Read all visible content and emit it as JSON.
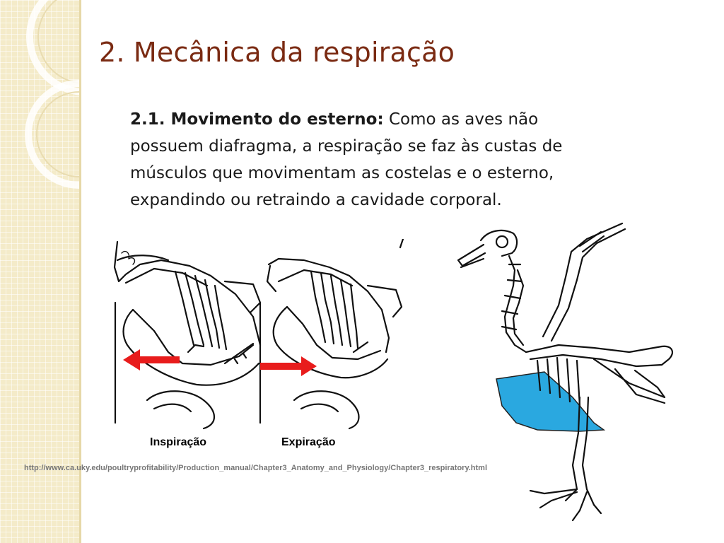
{
  "slide": {
    "title": "2. Mecânica da respiração",
    "paragraph": {
      "lead": "2.1. Movimento do esterno:",
      "text": " Como as aves não possuem diafragma, a respiração se faz às custas de músculos que movimentam as costelas e o esterno, expandindo ou retraindo a cavidade corporal."
    },
    "figure": {
      "captions": {
        "inspiration": "Inspiração",
        "expiration": "Expiração"
      },
      "source_url": "http://www.ca.uky.edu/poultryprofitability/Production_manual/Chapter3_Anatomy_and_Physiology/Chapter3_respiratory.html"
    }
  },
  "colors": {
    "title": "#7a2a12",
    "sidebar": "#f4ebc9",
    "arrow": "#e81c1c",
    "sternum_highlight": "#2aa8e0"
  }
}
